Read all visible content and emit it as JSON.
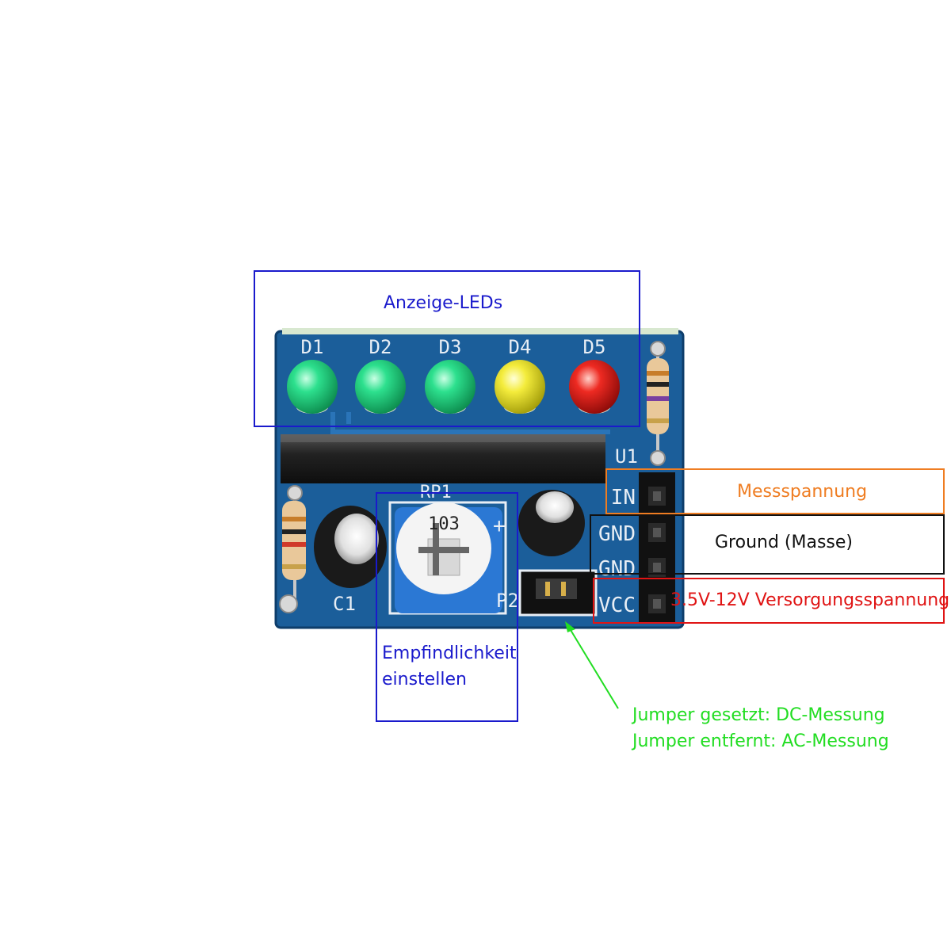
{
  "pcb": {
    "led_labels": [
      "D1",
      "D2",
      "D3",
      "D4",
      "D5"
    ],
    "led_colors": [
      "#1fd07a",
      "#1fd07a",
      "#1fd07a",
      "#f2e82a",
      "#e8231f"
    ],
    "ic_label": "U1",
    "pot_label": "RP1",
    "pot_code": "103",
    "cap_label": "C1",
    "jumper_label": "P2",
    "plus_sign": "+",
    "pin_labels": [
      "IN",
      "GND",
      "GND",
      "VCC"
    ],
    "board_color": "#1b5e9a"
  },
  "annotations": {
    "leds": {
      "text": "Anzeige-LEDs",
      "color": "#1a1acc"
    },
    "sensitivity": {
      "lines": [
        "Empfindlichkeit",
        "einstellen"
      ],
      "color": "#1a1acc"
    },
    "input": {
      "text": "Messspannung",
      "color": "#ef7d22"
    },
    "ground": {
      "text": "Ground (Masse)",
      "color": "#111111"
    },
    "supply": {
      "text": "3.5V-12V Versorgungsspannung",
      "color": "#e01414"
    },
    "jumper": {
      "lines": [
        "Jumper gesetzt: DC-Messung",
        "Jumper entfernt: AC-Messung"
      ],
      "color": "#22dd22"
    }
  }
}
